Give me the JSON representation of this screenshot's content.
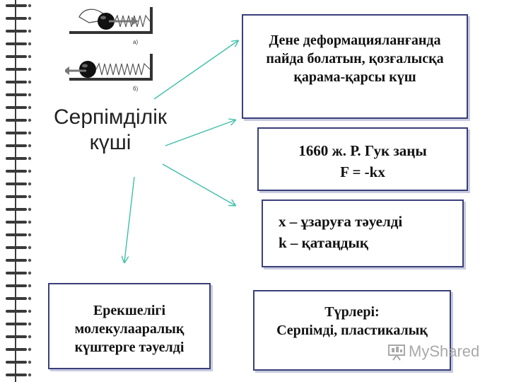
{
  "main_term": {
    "line1": "Серпімділік",
    "line2": "күші"
  },
  "illustration": {
    "label_a": "а)",
    "label_b": "б)"
  },
  "definition": {
    "lines": [
      "Дене деформацияланғанда",
      "пайда болатын, қозғалысқа",
      "қарама-қарсы күш"
    ]
  },
  "hooke": {
    "lines": [
      "1660 ж. Р. Гук заңы",
      "F = -kx"
    ]
  },
  "variables": {
    "lines": [
      "x – ұзаруға тәуелді",
      "k – қатаңдық"
    ]
  },
  "feature": {
    "lines": [
      "Ерекшелігі",
      "молекулааралық",
      "күштерге тәуелді"
    ]
  },
  "types": {
    "lines": [
      "Түрлері:",
      "Серпімді, пластикалық"
    ]
  },
  "watermark": {
    "text": "MyShared"
  },
  "colors": {
    "box_border": "#3a3f7a",
    "arrow": "#3fbfa8",
    "spiral": "#3a3a3a"
  }
}
